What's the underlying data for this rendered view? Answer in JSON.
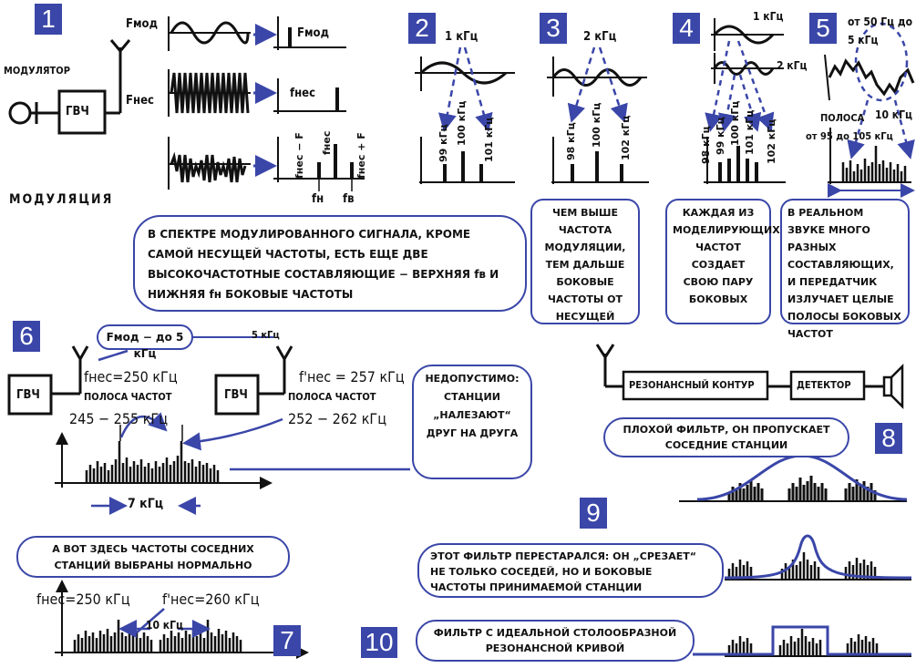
{
  "colors": {
    "accent": "#3a46a8",
    "ink": "#111111"
  },
  "panels": {
    "p1": {
      "num": "1",
      "modulator": "МОДУЛЯТОР",
      "gen": "ГВЧ",
      "f_mod": "Fмод",
      "f_mod_spec": "Fмод",
      "f_nes": "Fнес",
      "f_nes_spec": "fнес",
      "side_low": "fнес − F",
      "side_carrier": "fнес",
      "side_high": "fнес + F",
      "f_n": "fн",
      "f_v": "fв",
      "title": "МОДУЛЯЦИЯ"
    },
    "p2": {
      "num": "2",
      "freq": "1 кГц",
      "bars": [
        "99 кГц",
        "100 кГц",
        "101 кГц"
      ]
    },
    "p3": {
      "num": "3",
      "freq": "2 кГц",
      "bars": [
        "98 кГц",
        "100 кГц",
        "102 кГц"
      ],
      "note": "ЧЕМ ВЫШЕ ЧАСТОТА МОДУЛЯЦИИ, ТЕМ ДАЛЬШЕ БОКОВЫЕ ЧАСТОТЫ ОТ НЕСУЩЕЙ"
    },
    "p4": {
      "num": "4",
      "freq1": "1 кГц",
      "freq2": "2 кГц",
      "bars": [
        "98 кГц",
        "99 кГц",
        "100 кГц",
        "101 кГц",
        "102 кГц"
      ],
      "note": "КАЖДАЯ ИЗ МОДЕЛИРУЮЩИХ ЧАСТОТ СОЗДАЕТ СВОЮ ПАРУ БОКОВЫХ"
    },
    "p5": {
      "num": "5",
      "range": "от 50 Гц до 5 кГц",
      "band_a": "ПОЛОСА",
      "band_b": "10 кГц",
      "band_c": "от 95 до 105 кГц",
      "note": "В РЕАЛЬНОМ ЗВУКЕ МНОГО РАЗНЫХ СОСТАВЛЯЮЩИХ, И ПЕРЕДАТЧИК ИЗЛУЧАЕТ ЦЕЛЫЕ ПОЛОСЫ БОКОВЫХ ЧАСТОТ"
    },
    "p1note": "В СПЕКТРЕ МОДУЛИРОВАННОГО СИГНАЛА, КРОМЕ САМОЙ НЕСУЩЕЙ ЧАСТОТЫ, ЕСТЬ ЕЩЕ ДВЕ ВЫСОКОЧАСТОТНЫЕ СОСТАВЛЯЮЩИЕ − ВЕРХНЯЯ fв И НИЖНЯЯ fн БОКОВЫЕ ЧАСТОТЫ",
    "p6": {
      "num": "6",
      "fmod": "Fмод − до 5 кГц",
      "fmod2": "5 кГц",
      "gen1": "ГВЧ",
      "gen2": "ГВЧ",
      "f1": "fнес=250 кГц",
      "band1": "ПОЛОСА ЧАСТОТ",
      "range1": "245 − 255 кГц",
      "f2": "f'нес = 257 кГц",
      "band2": "ПОЛОСА ЧАСТОТ",
      "range2": "252 − 262 кГц",
      "width": "7 кГц",
      "note": "НЕДОПУСТИМО: СТАНЦИИ „НАЛЕЗАЮТ“ ДРУГ НА ДРУГА"
    },
    "p7": {
      "num": "7",
      "note": "А ВОТ ЗДЕСЬ ЧАСТОТЫ СОСЕДНИХ СТАНЦИЙ ВЫБРАНЫ НОРМАЛЬНО",
      "f1": "fнес=250 кГц",
      "f2": "f'нес=260 кГц",
      "gap": "10 кГц"
    },
    "p8": {
      "num": "8",
      "block1": "РЕЗОНАНСНЫЙ КОНТУР",
      "block2": "ДЕТЕКТОР",
      "note": "ПЛОХОЙ ФИЛЬТР, ОН ПРОПУСКАЕТ СОСЕДНИЕ СТАНЦИИ"
    },
    "p9": {
      "num": "9",
      "note": "ЭТОТ ФИЛЬТР ПЕРЕСТАРАЛСЯ: ОН „СРЕЗАЕТ“ НЕ ТОЛЬКО СОСЕДЕЙ, НО И БОКОВЫЕ ЧАСТОТЫ ПРИНИМАЕМОЙ СТАНЦИИ"
    },
    "p10": {
      "num": "10",
      "note": "ФИЛЬТР С ИДЕАЛЬНОЙ СТОЛООБРАЗНОЙ РЕЗОНАНСНОЙ КРИВОЙ"
    }
  }
}
